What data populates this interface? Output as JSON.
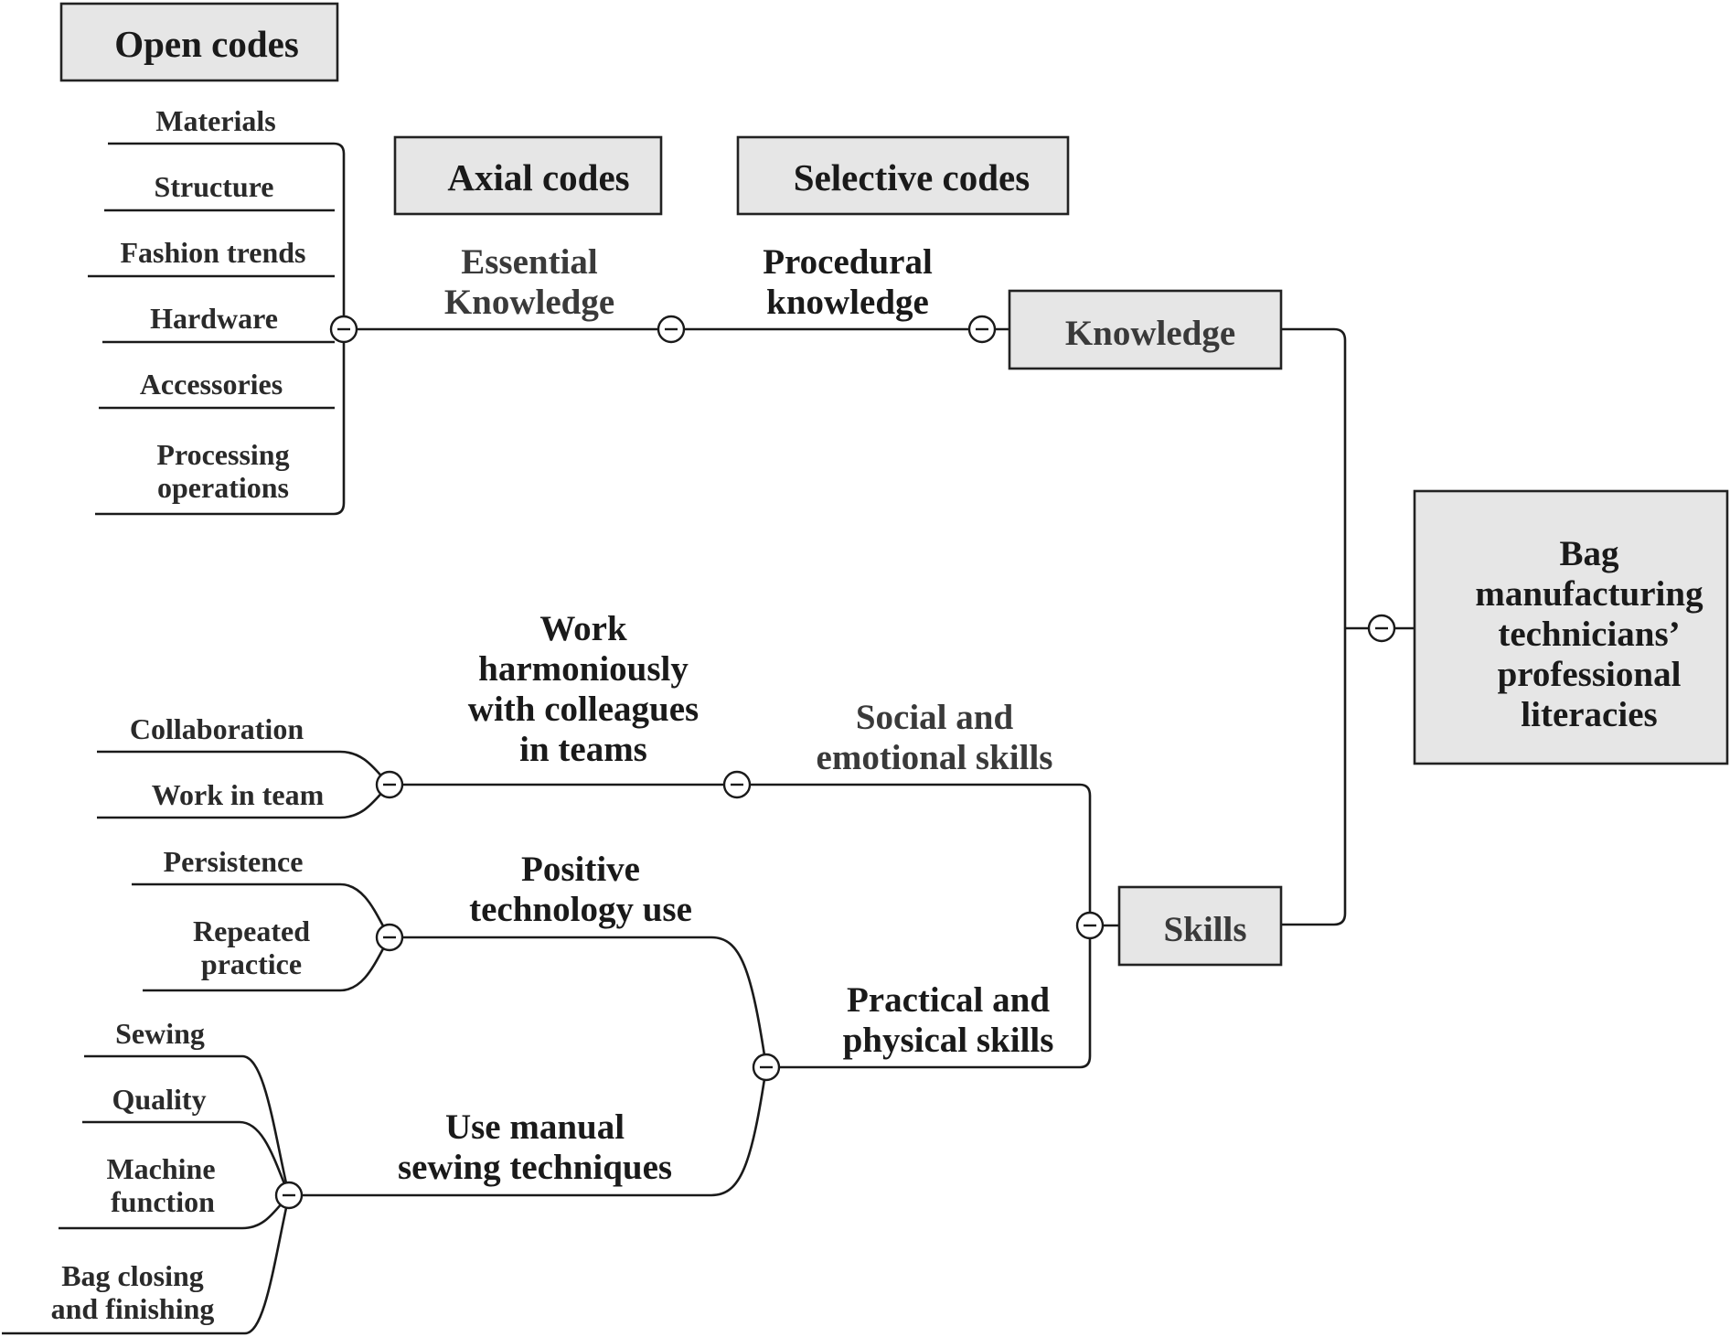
{
  "headers": {
    "open_codes": "Open codes",
    "axial_codes": "Axial codes",
    "selective_codes": "Selective codes"
  },
  "root": {
    "lines": [
      "Bag",
      "manufacturing",
      "technicians’",
      "professional",
      "literacies"
    ]
  },
  "knowledge": {
    "label": "Knowledge",
    "selective": [
      "Procedural",
      "knowledge"
    ],
    "axial": [
      "Essential",
      "Knowledge"
    ],
    "open": {
      "materials": "Materials",
      "structure": "Structure",
      "fashion_trends": "Fashion trends",
      "hardware": "Hardware",
      "accessories": "Accessories",
      "processing_operations": [
        "Processing",
        "operations"
      ]
    }
  },
  "skills": {
    "label": "Skills",
    "social": {
      "selective": [
        "Social and",
        "emotional skills"
      ],
      "axial": [
        "Work",
        "harmoniously",
        "with colleagues",
        "in teams"
      ],
      "open": {
        "collaboration": "Collaboration",
        "work_in_team": "Work in team"
      }
    },
    "practical": {
      "selective": [
        "Practical and",
        "physical skills"
      ],
      "technology": {
        "axial": [
          "Positive",
          "technology use"
        ],
        "open": {
          "persistence": "Persistence",
          "repeated_practice": [
            "Repeated",
            "practice"
          ]
        }
      },
      "manual": {
        "axial": [
          "Use manual",
          "sewing techniques"
        ],
        "open": {
          "sewing": "Sewing",
          "quality": "Quality",
          "machine_function": [
            "Machine",
            "function"
          ],
          "bag_closing": [
            "Bag closing",
            "and finishing"
          ]
        }
      }
    }
  }
}
